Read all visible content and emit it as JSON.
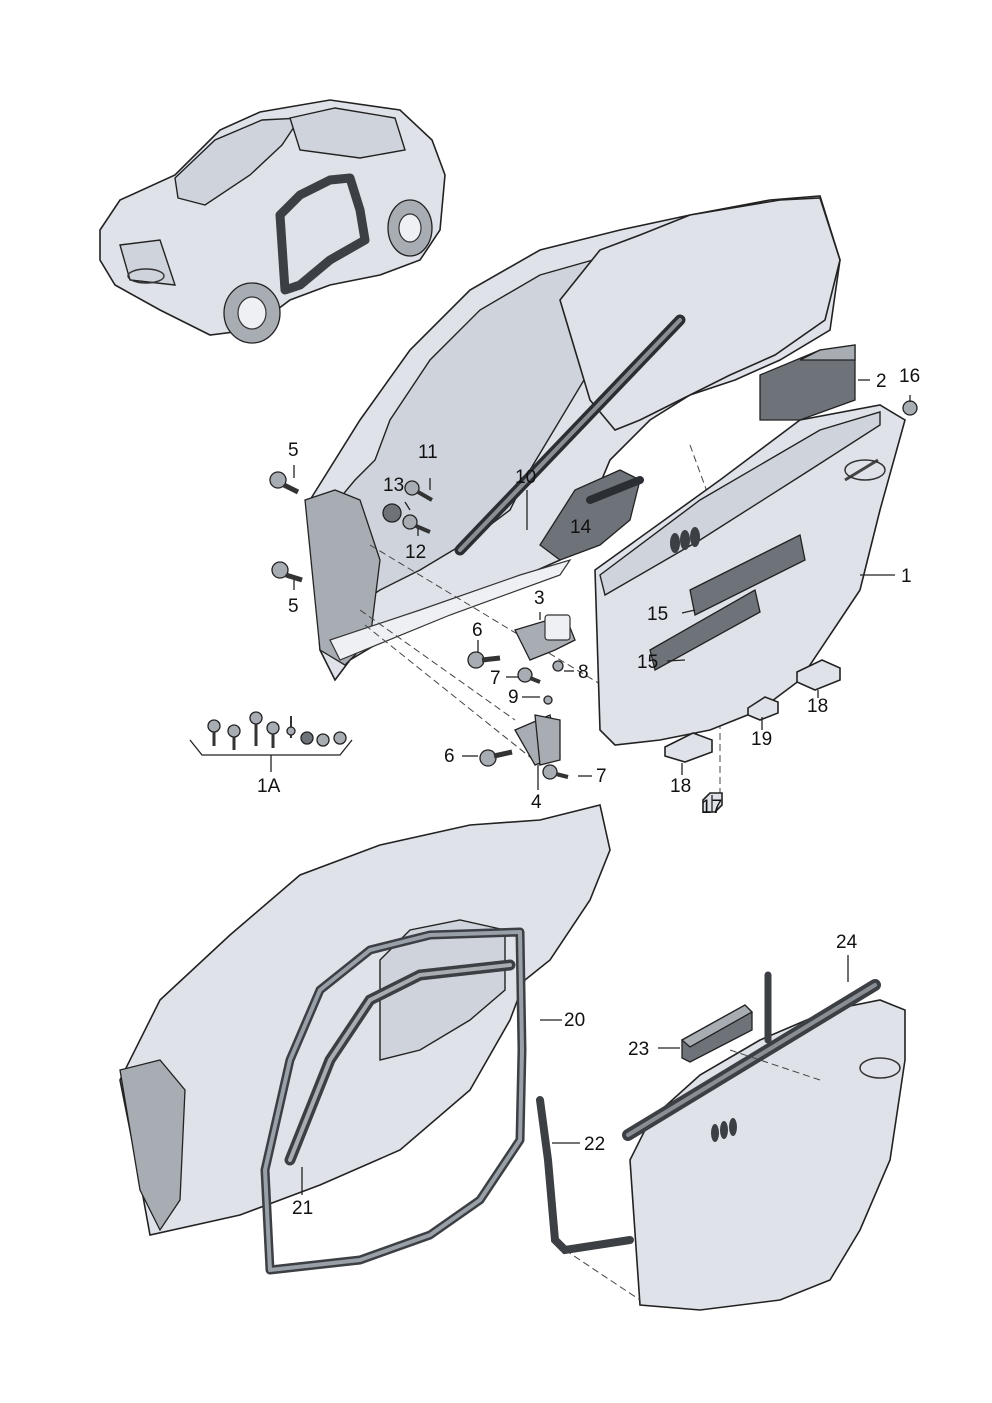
{
  "callouts": {
    "c1": "1",
    "c2": "2",
    "c3": "3",
    "c4": "4",
    "c5a": "5",
    "c5b": "5",
    "c6a": "6",
    "c6b": "6",
    "c7a": "7",
    "c7b": "7",
    "c8": "8",
    "c9": "9",
    "c10": "10",
    "c11": "11",
    "c12": "12",
    "c13": "13",
    "c14": "14",
    "c15a": "15",
    "c15b": "15",
    "c16": "16",
    "c17": "17",
    "c18a": "18",
    "c18b": "18",
    "c19": "19",
    "c1A": "1A",
    "c20": "20",
    "c21": "21",
    "c22": "22",
    "c23": "23",
    "c24": "24"
  },
  "highlight_color": "#2b2e33",
  "panel_color": "#dfe3e9"
}
